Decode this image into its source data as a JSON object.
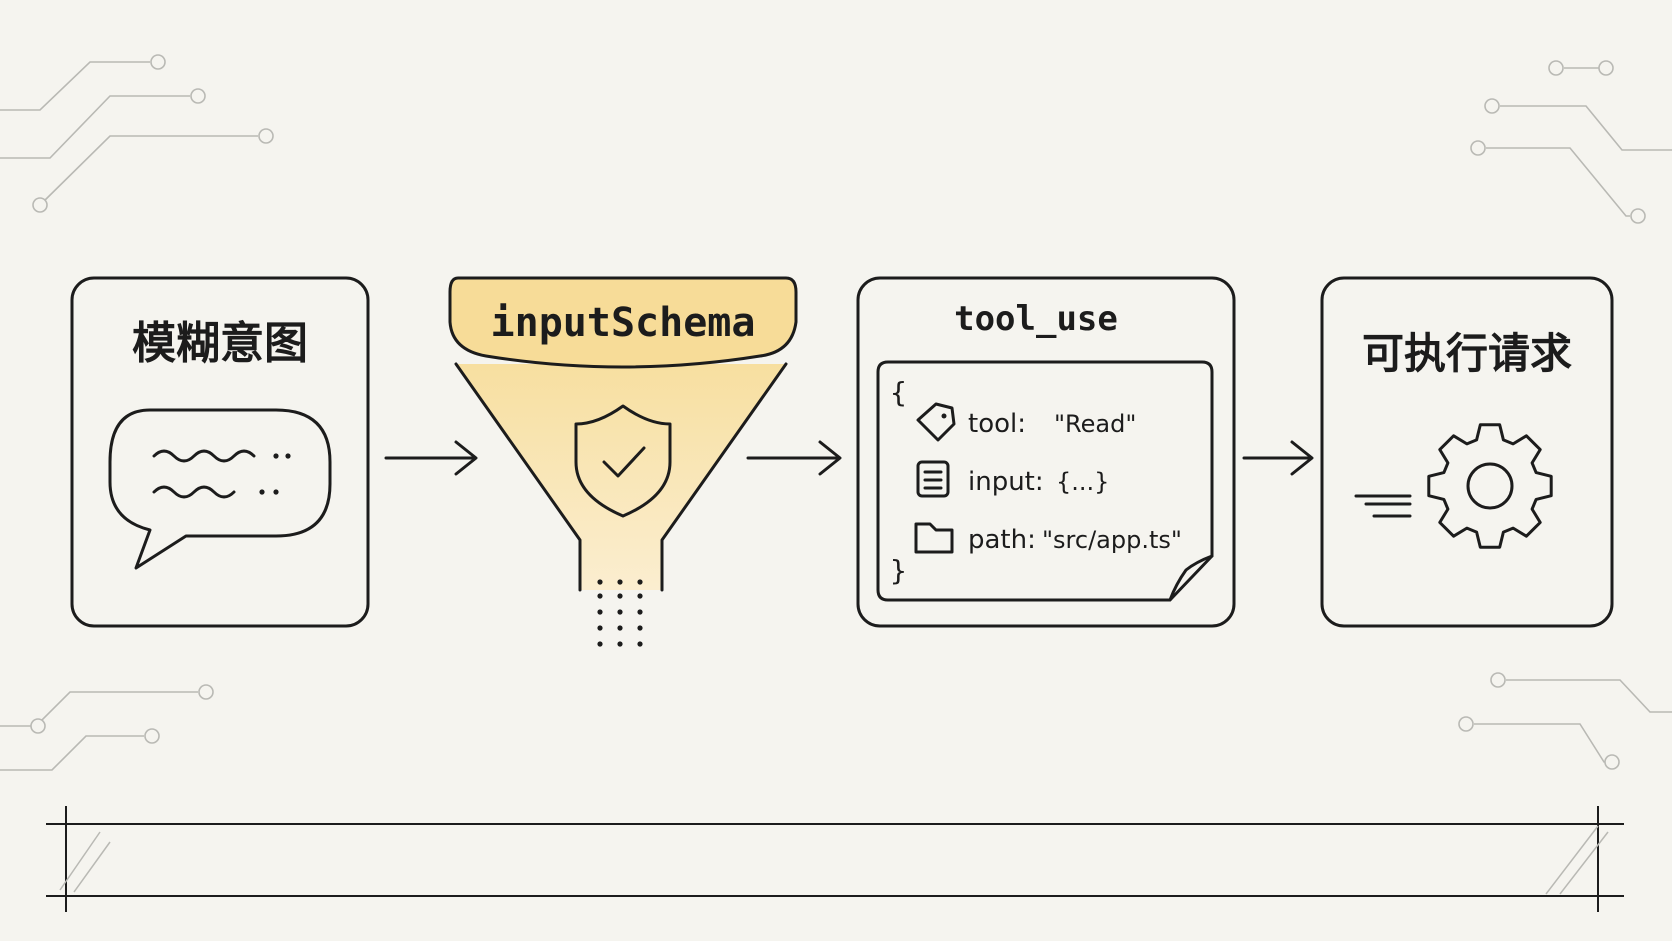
{
  "steps": [
    {
      "id": "fuzzy",
      "title": "模糊意图",
      "icon": "speech-bubble-icon"
    },
    {
      "id": "schema",
      "title": "inputSchema",
      "icon": "shield-check-icon"
    },
    {
      "id": "tooluse",
      "title": "tool_use",
      "icon": "document-icon"
    },
    {
      "id": "exec",
      "title": "可执行请求",
      "icon": "gear-icon"
    }
  ],
  "code": {
    "open_brace": "{",
    "close_brace": "}",
    "rows": [
      {
        "key": "tool:",
        "value": "\"Read\"",
        "icon": "tag-icon"
      },
      {
        "key": "input:",
        "value": "{...}",
        "icon": "file-lines-icon"
      },
      {
        "key": "path:",
        "value": "\"src/app.ts\"",
        "icon": "folder-icon"
      }
    ]
  },
  "colors": {
    "ink": "#1c1c1c",
    "background": "#f5f4ef",
    "funnel_fill": "#f8e4ad",
    "circuit": "#b9b9b4"
  }
}
